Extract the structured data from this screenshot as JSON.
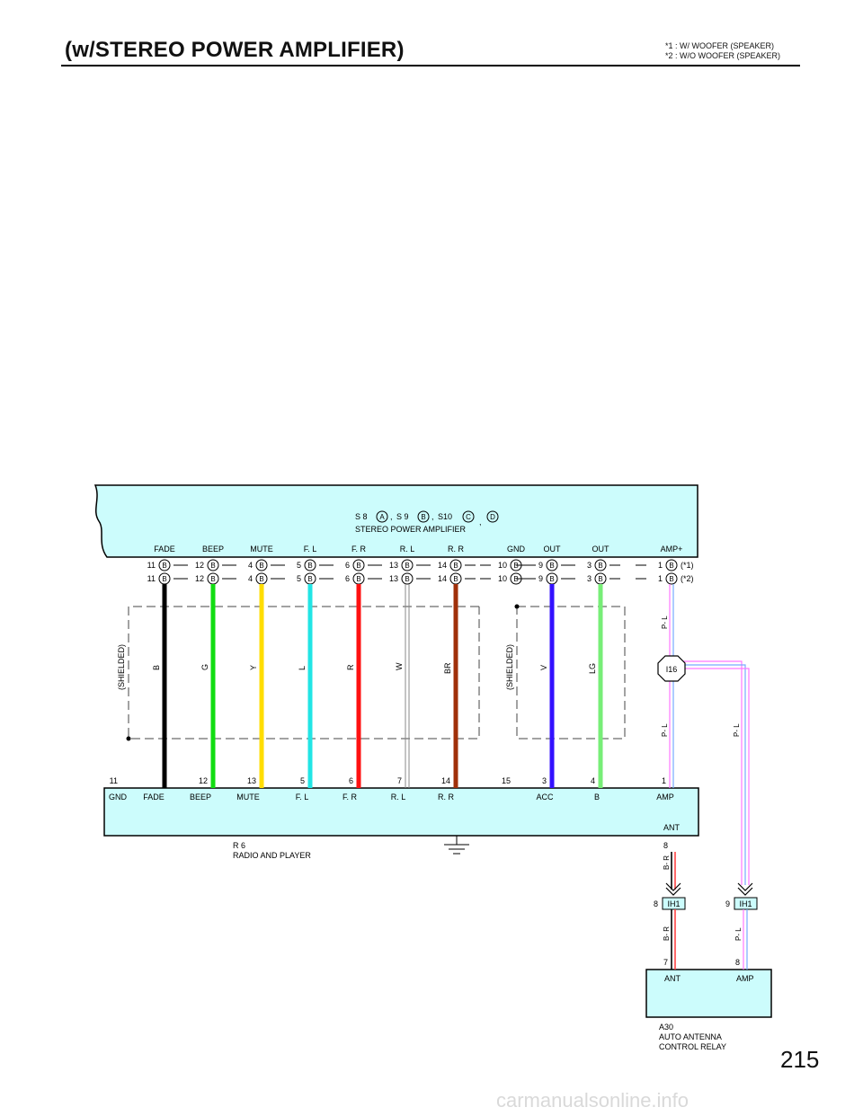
{
  "page": {
    "title": "(w/STEREO POWER AMPLIFIER)",
    "notes": [
      "*1 : W/ WOOFER (SPEAKER)",
      "*2 : W/O WOOFER (SPEAKER)"
    ],
    "page_number": "215",
    "watermark": "carmanualsonline.info"
  },
  "amplifier": {
    "codes": [
      "S 8",
      "S 9",
      "S10"
    ],
    "letters": [
      "A",
      "B",
      "C",
      "D"
    ],
    "separators": [
      ",",
      ",",
      ","
    ],
    "name": "STEREO POWER AMPLIFIER",
    "terminals": [
      {
        "label": "FADE",
        "pin1": "11",
        "pin2": "11",
        "box": "B"
      },
      {
        "label": "BEEP",
        "pin1": "12",
        "pin2": "12",
        "box": "B"
      },
      {
        "label": "MUTE",
        "pin1": "4",
        "pin2": "4",
        "box": "B"
      },
      {
        "label": "F. L",
        "pin1": "5",
        "pin2": "5",
        "box": "B"
      },
      {
        "label": "F. R",
        "pin1": "6",
        "pin2": "6",
        "box": "B"
      },
      {
        "label": "R. L",
        "pin1": "13",
        "pin2": "13",
        "box": "B"
      },
      {
        "label": "R. R",
        "pin1": "14",
        "pin2": "14",
        "box": "B"
      },
      {
        "label": "GND",
        "pin1": "10",
        "pin2": "10",
        "box": "B"
      },
      {
        "label": "OUT",
        "pin1": "9",
        "pin2": "9",
        "box": "B"
      },
      {
        "label": "OUT",
        "pin1": "3",
        "pin2": "3",
        "box": "B"
      },
      {
        "label": "AMP+",
        "pin1": "1",
        "pin2": "1",
        "box": "B"
      }
    ],
    "variant_notes": [
      "(*1)",
      "(*2)"
    ]
  },
  "wires": [
    {
      "color_code": "B",
      "hex": "#000000"
    },
    {
      "color_code": "G",
      "hex": "#11dd11"
    },
    {
      "color_code": "Y",
      "hex": "#ffdd00"
    },
    {
      "color_code": "L",
      "hex": "#22e5e5"
    },
    {
      "color_code": "R",
      "hex": "#ff1111"
    },
    {
      "color_code": "W",
      "hex": "#b0b0b0"
    },
    {
      "color_code": "BR",
      "hex": "#a0300a"
    },
    {
      "color_code": "V",
      "hex": "#3311ff"
    },
    {
      "color_code": "LG",
      "hex": "#77ee77"
    }
  ],
  "shielded_label": "(SHIELDED)",
  "pl_wire": {
    "label": "P- L",
    "colors": [
      "#ff77ff",
      "#77aaff"
    ]
  },
  "br_wire": {
    "label": "B- R",
    "colors": [
      "#000000",
      "#ff4444"
    ]
  },
  "junction": "I16",
  "radio": {
    "code": "R 6",
    "name": "RADIO AND PLAYER",
    "pins": [
      "11",
      "12",
      "13",
      "5",
      "6",
      "7",
      "14",
      "15",
      "3",
      "4",
      "1"
    ],
    "labels": [
      "GND",
      "FADE",
      "BEEP",
      "MUTE",
      "F. L",
      "F. R",
      "R. L",
      "R. R",
      "ACC",
      "B",
      "AMP"
    ],
    "ant_label": "ANT",
    "ant_pin": "8"
  },
  "connectors": [
    {
      "pin": "8",
      "name": "IH1"
    },
    {
      "pin": "9",
      "name": "IH1"
    }
  ],
  "relay": {
    "code": "A30",
    "name_lines": [
      "AUTO ANTENNA",
      "CONTROL RELAY"
    ],
    "labels": [
      "ANT",
      "AMP"
    ],
    "pins": [
      "7",
      "8"
    ]
  },
  "colors": {
    "box_fill": "#ccfcfc",
    "box_stroke": "#000000"
  }
}
